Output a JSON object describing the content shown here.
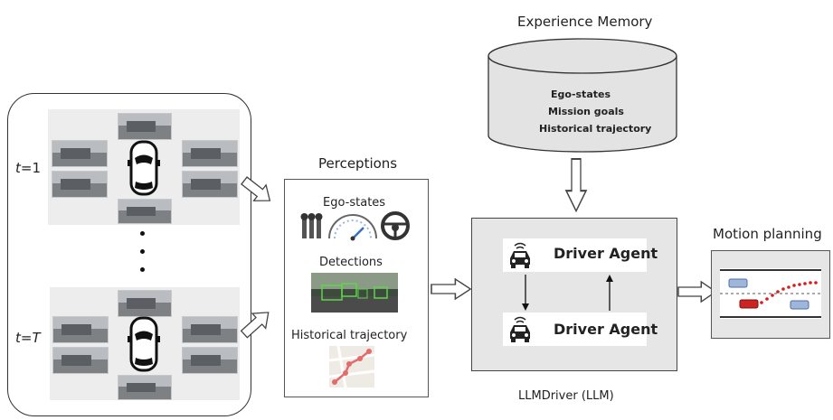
{
  "timesteps": {
    "first": {
      "t": "t",
      "eq": "=1"
    },
    "last": {
      "t": "t",
      "eq": "=",
      "T": "T"
    }
  },
  "perceptions": {
    "title": "Perceptions",
    "ego_states": "Ego-states",
    "detections": "Detections",
    "historical_trajectory": "Historical trajectory"
  },
  "memory": {
    "title": "Experience Memory",
    "items": [
      "Ego-states",
      "Mission goals",
      "Historical trajectory"
    ]
  },
  "llm": {
    "agent_top": "Driver Agent",
    "agent_bottom": "Driver Agent",
    "caption": "LLMDriver (LLM)"
  },
  "motion": {
    "title": "Motion planning"
  },
  "colors": {
    "panel_gray": "#e6e6e6",
    "trajectory_red": "#d81b1b",
    "ego_car_red": "#cc2222",
    "other_car_blue": "#9fb6d9"
  }
}
